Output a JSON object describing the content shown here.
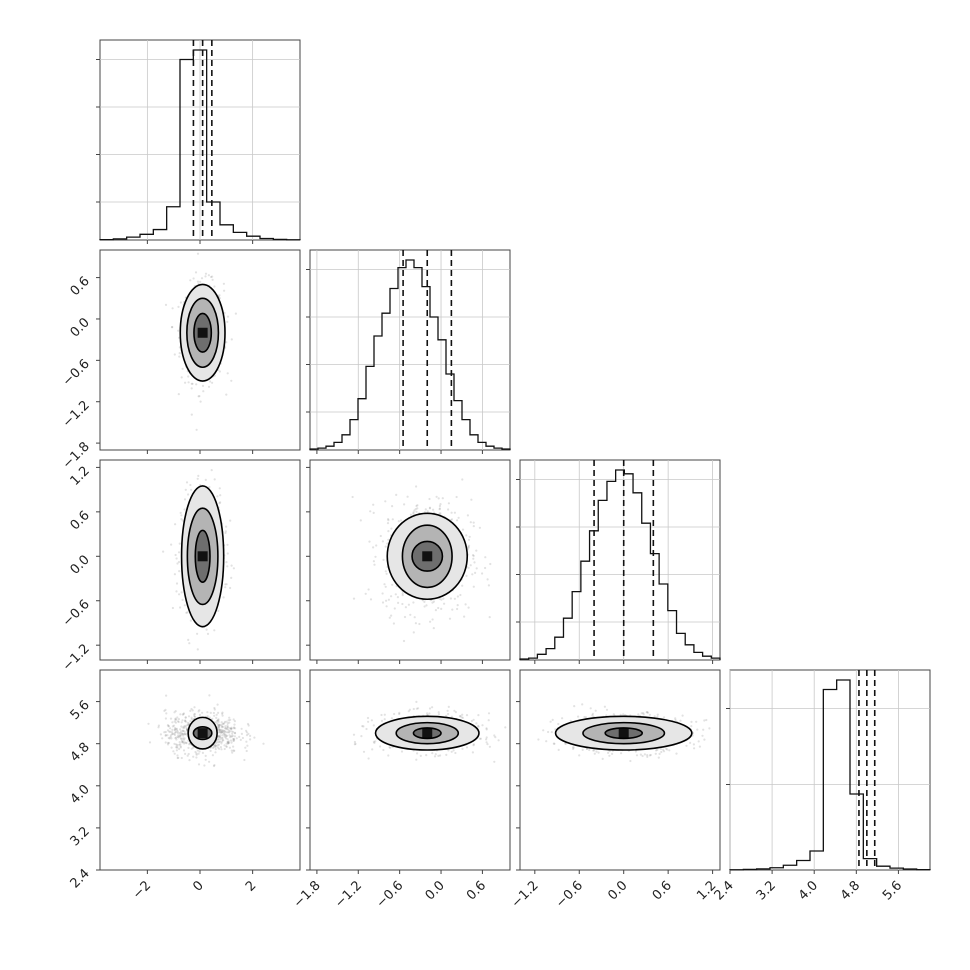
{
  "chart_data": {
    "type": "corner",
    "title": "",
    "grid": true,
    "parameters": [
      {
        "range": [
          -3.8,
          3.8
        ],
        "quantiles": [
          -0.25,
          0.1,
          0.45
        ],
        "histogram": [
          0.2,
          0.6,
          1.5,
          3,
          5.5,
          17.5,
          95,
          100,
          20,
          8,
          4,
          2,
          0.8,
          0.3,
          0.1
        ],
        "axis": {
          "ticks": [
            -2,
            0,
            2
          ],
          "tick_labels": [
            "−2",
            "0",
            "2"
          ]
        },
        "diag_ticks": [
          20,
          45,
          70,
          95
        ]
      },
      {
        "range": [
          -1.9,
          1.0
        ],
        "quantiles": [
          -0.55,
          -0.2,
          0.15
        ],
        "histogram": [
          0.5,
          1,
          2,
          4,
          8,
          16,
          27,
          44,
          60,
          72,
          85,
          96,
          100,
          96,
          86,
          70,
          58,
          40,
          26,
          16,
          8,
          4,
          2,
          1,
          0.5
        ],
        "axis": {
          "ticks": [
            -1.8,
            -1.2,
            -0.6,
            0.0,
            0.6
          ],
          "tick_labels": [
            "−1.8",
            "−1.2",
            "−0.6",
            "0.0",
            "0.6"
          ]
        },
        "diag_ticks": [
          20,
          45,
          70,
          95
        ]
      },
      {
        "range": [
          -1.4,
          1.3
        ],
        "quantiles": [
          -0.4,
          0.0,
          0.4
        ],
        "histogram": [
          0.5,
          1,
          3,
          6,
          12,
          22,
          36,
          52,
          68,
          84,
          94,
          100,
          98,
          88,
          72,
          56,
          40,
          26,
          14,
          8,
          4,
          2,
          1
        ],
        "axis": {
          "ticks": [
            -1.2,
            -0.6,
            0.0,
            0.6,
            1.2
          ],
          "tick_labels": [
            "−1.2",
            "−0.6",
            "0.0",
            "0.6",
            "1.2"
          ]
        },
        "diag_ticks": [
          20,
          45,
          70,
          95
        ]
      },
      {
        "range": [
          2.4,
          6.2
        ],
        "quantiles": [
          4.85,
          5.0,
          5.15
        ],
        "histogram": [
          0.1,
          0.3,
          0.6,
          1.2,
          2.5,
          5,
          10,
          95,
          100,
          40,
          6,
          2,
          1,
          0.5,
          0.2
        ],
        "axis": {
          "ticks": [
            2.4,
            3.2,
            4.0,
            4.8,
            5.6
          ],
          "tick_labels": [
            "2.4",
            "3.2",
            "4.0",
            "4.8",
            "5.6"
          ]
        },
        "diag_ticks": [
          45,
          85
        ]
      }
    ],
    "joint": [
      {
        "row": 1,
        "col": 0,
        "mean": [
          0.1,
          -0.2
        ],
        "sd": [
          0.4,
          0.35
        ],
        "contours": [
          [
            0.33,
            0.28
          ],
          [
            0.6,
            0.5
          ],
          [
            0.85,
            0.7
          ]
        ]
      },
      {
        "row": 2,
        "col": 0,
        "mean": [
          0.1,
          0.0
        ],
        "sd": [
          0.4,
          0.4
        ],
        "contours": [
          [
            0.28,
            0.35
          ],
          [
            0.58,
            0.65
          ],
          [
            0.8,
            0.95
          ]
        ]
      },
      {
        "row": 2,
        "col": 1,
        "mean": [
          -0.2,
          0.0
        ],
        "sd": [
          0.32,
          0.38
        ],
        "contours": [
          [
            0.22,
            0.2
          ],
          [
            0.36,
            0.42
          ],
          [
            0.58,
            0.58
          ]
        ]
      },
      {
        "row": 3,
        "col": 0,
        "mean": [
          0.1,
          5.0
        ],
        "sd": [
          0.7,
          0.2
        ],
        "contours": [
          [
            0.35,
            0.12
          ],
          [
            0.55,
            0.3
          ]
        ]
      },
      {
        "row": 3,
        "col": 1,
        "mean": [
          -0.2,
          5.0
        ],
        "sd": [
          0.38,
          0.18
        ],
        "contours": [
          [
            0.2,
            0.1
          ],
          [
            0.45,
            0.2
          ],
          [
            0.75,
            0.32
          ]
        ]
      },
      {
        "row": 3,
        "col": 2,
        "mean": [
          0.0,
          5.0
        ],
        "sd": [
          0.45,
          0.18
        ],
        "contours": [
          [
            0.25,
            0.1
          ],
          [
            0.55,
            0.2
          ],
          [
            0.92,
            0.32
          ]
        ]
      }
    ]
  }
}
